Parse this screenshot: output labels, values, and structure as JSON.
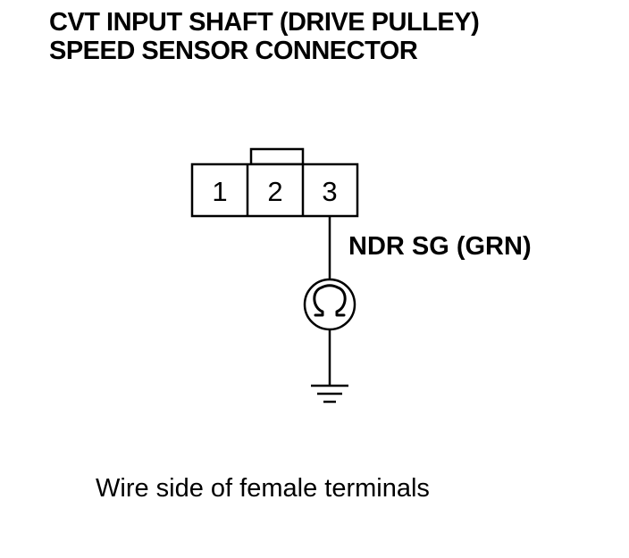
{
  "title": {
    "line1": "CVT INPUT SHAFT (DRIVE PULLEY)",
    "line2": "SPEED SENSOR CONNECTOR"
  },
  "connector": {
    "pins": [
      "1",
      "2",
      "3"
    ]
  },
  "wire": {
    "label": "NDR SG (GRN)"
  },
  "meter": {
    "symbol": "Ω",
    "icon": "ohmmeter-icon"
  },
  "ground": {
    "icon": "ground-icon"
  },
  "caption": "Wire side of female terminals"
}
